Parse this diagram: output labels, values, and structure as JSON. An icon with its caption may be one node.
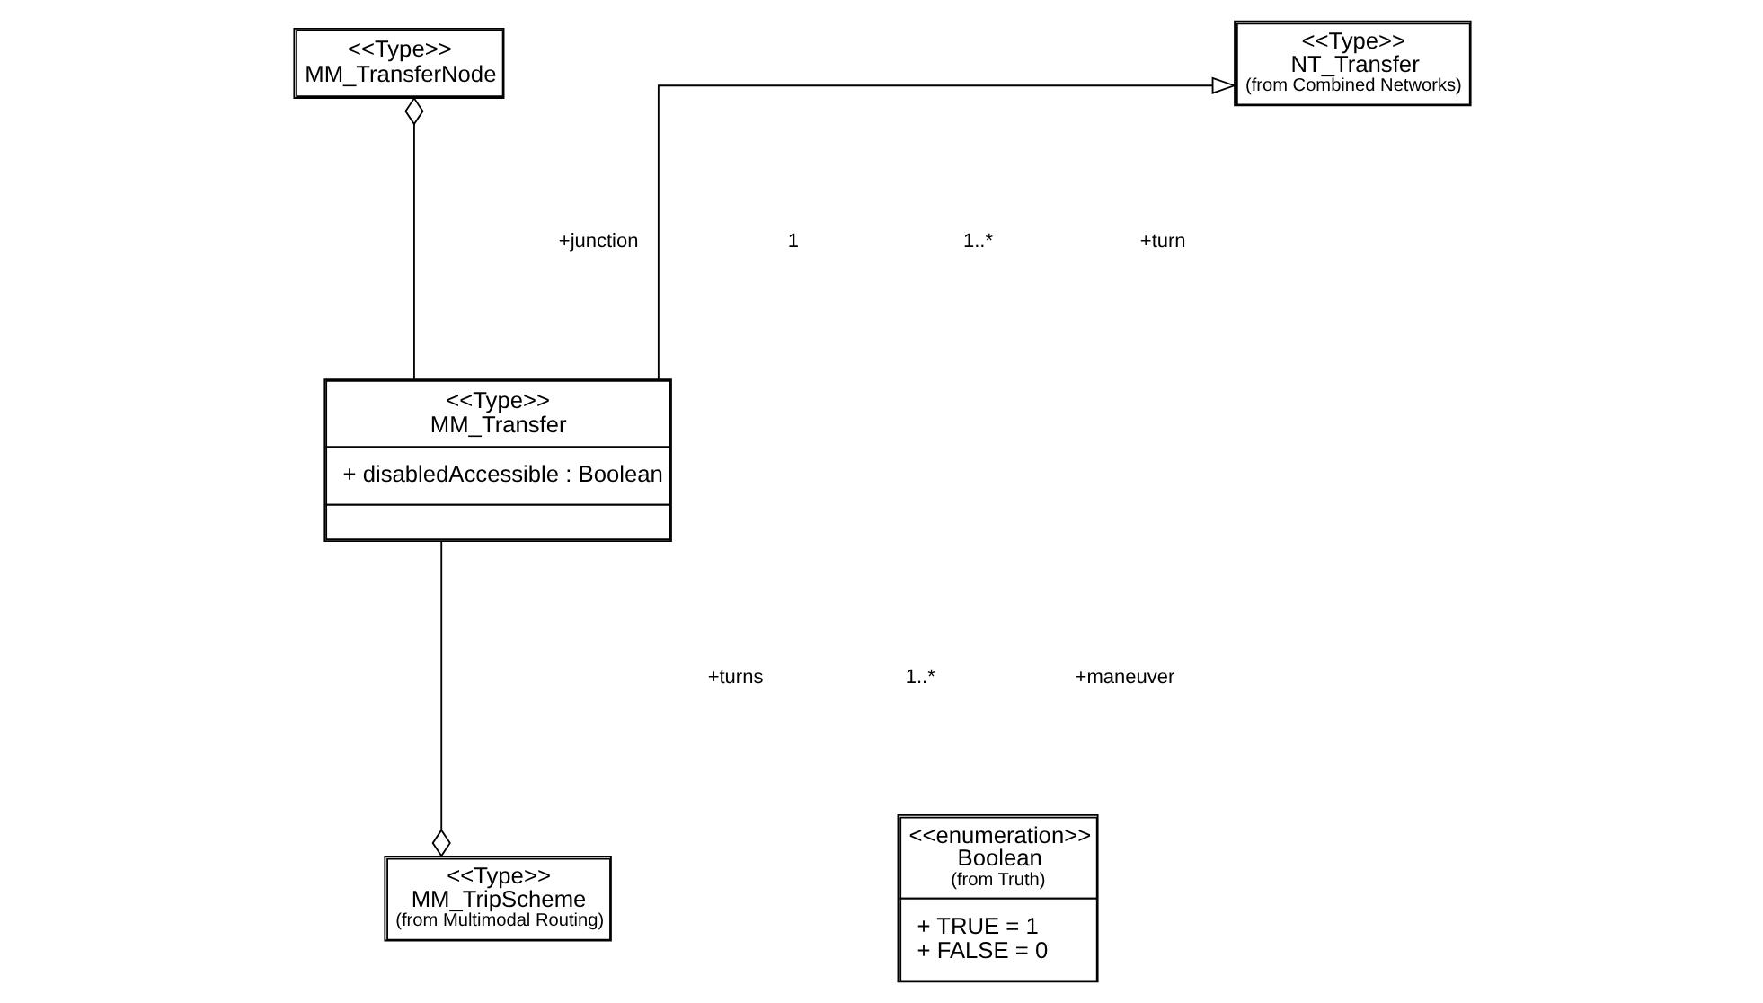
{
  "diagram": {
    "nodes": [
      {
        "text": [
          "<<Type>>",
          "MM_TransferNode"
        ]
      },
      {
        "text": [
          "<<Type>>",
          "NT_Transfer",
          "(from Combined Networks)"
        ]
      },
      {
        "text": [
          "<<Type>>",
          "MM_Transfer",
          "+ disabledAccessible : Boolean"
        ]
      },
      {
        "text": [
          "<<Type>>",
          "MM_TripScheme",
          "(from Multimodal Routing)"
        ]
      },
      {
        "text": [
          "<<enumeration>>",
          "Boolean",
          "(from Truth)",
          "+ TRUE = 1",
          "+ FALSE = 0"
        ]
      }
    ],
    "edges": [
      {
        "from": 2,
        "to": 0,
        "arrow": "other"
      },
      {
        "from": 2,
        "to": 1,
        "arrow": "to"
      },
      {
        "from": 2,
        "to": 3,
        "arrow": "other"
      }
    ],
    "labels": [
      "+junction",
      "1",
      "1..*",
      "+turn",
      "+turns",
      "1..*",
      "+maneuver"
    ]
  }
}
